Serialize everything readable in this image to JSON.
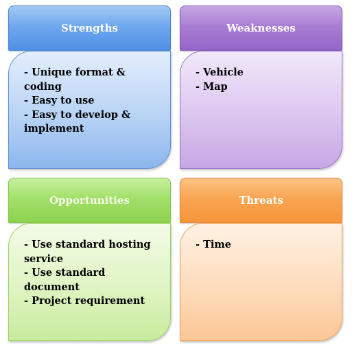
{
  "quadrants": [
    {
      "title": "Strengths",
      "color": "#5b9bec",
      "items": [
        "- Unique format &",
        "coding",
        "- Easy to use",
        "- Easy to develop &",
        "implement"
      ]
    },
    {
      "title": "Weaknesses",
      "color": "#a07ad0",
      "items": [
        "- Vehicle",
        "- Map"
      ]
    },
    {
      "title": "Opportunities",
      "color": "#9ad85c",
      "items": [
        "- Use standard hosting",
        "service",
        "- Use standard",
        "document",
        "- Project requirement"
      ]
    },
    {
      "title": "Threats",
      "color": "#f89c46",
      "items": [
        "- Time"
      ]
    }
  ]
}
